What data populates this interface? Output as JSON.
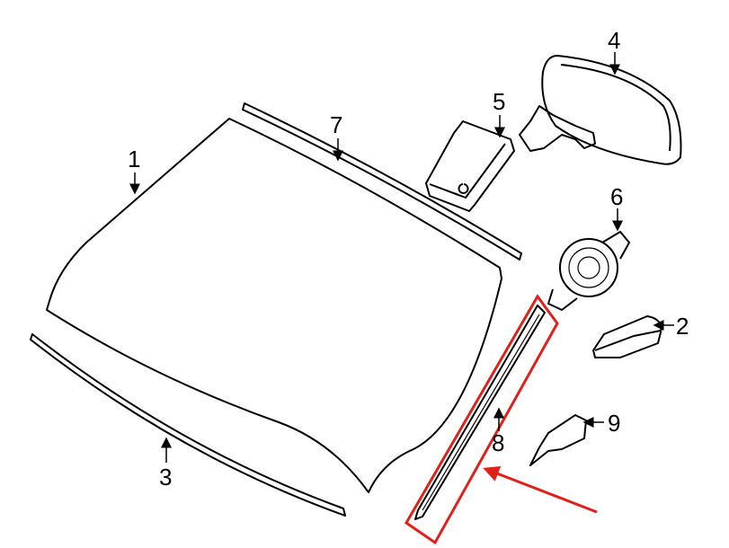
{
  "diagram": {
    "callouts": [
      {
        "id": "1",
        "part": "windshield-glass"
      },
      {
        "id": "2",
        "part": "sensor-cover"
      },
      {
        "id": "3",
        "part": "lower-molding"
      },
      {
        "id": "4",
        "part": "rearview-mirror"
      },
      {
        "id": "5",
        "part": "mirror-cover"
      },
      {
        "id": "6",
        "part": "rain-sensor"
      },
      {
        "id": "7",
        "part": "upper-molding"
      },
      {
        "id": "8",
        "part": "side-molding"
      },
      {
        "id": "9",
        "part": "bracket"
      }
    ],
    "highlight_color": "#e0211b",
    "highlighted_part": "8"
  }
}
